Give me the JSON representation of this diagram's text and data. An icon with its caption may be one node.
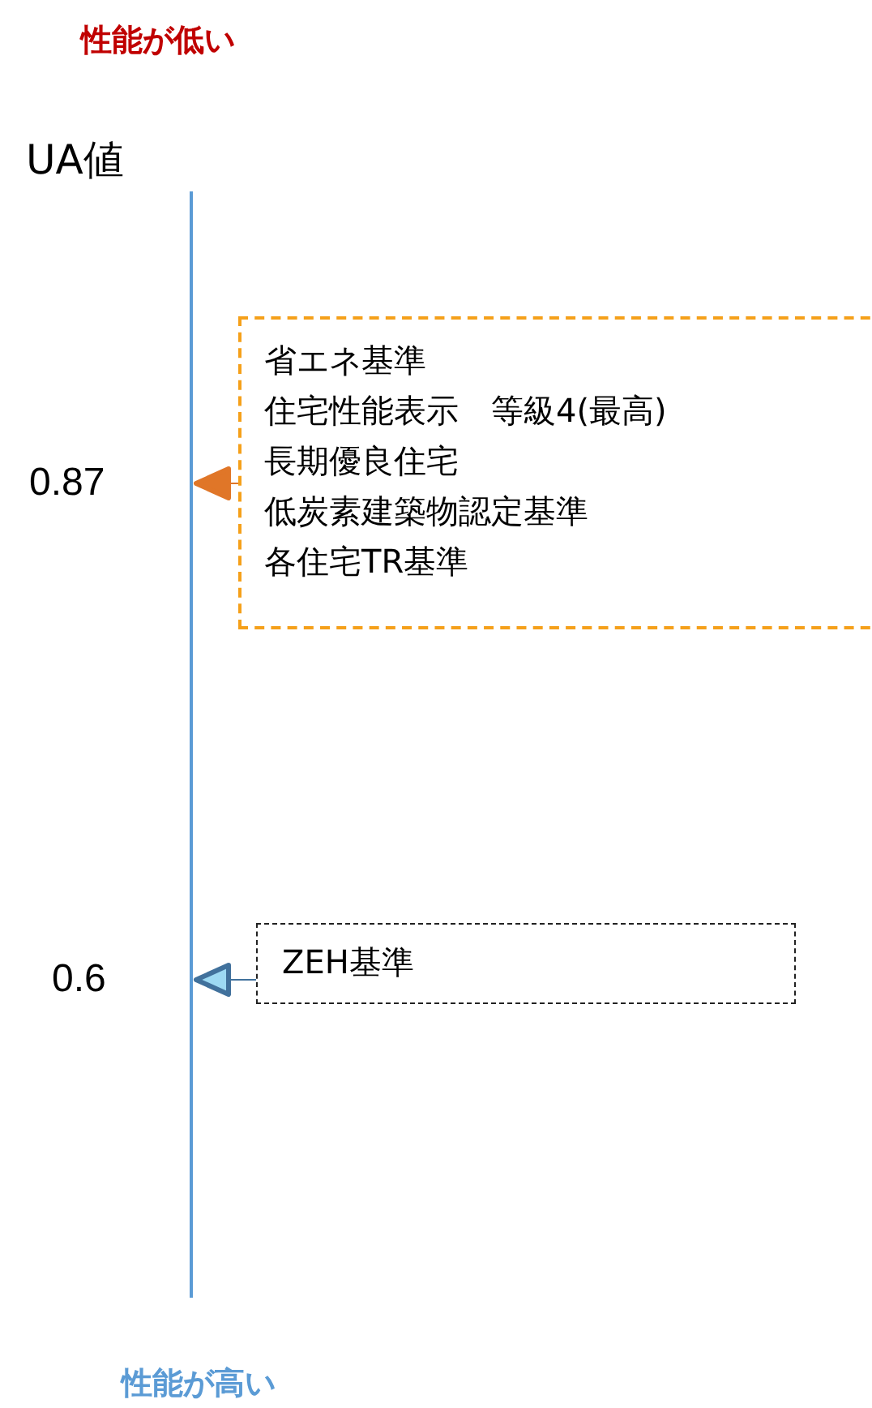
{
  "diagram": {
    "nodes": [
      {
        "text": [
          "省エネ基準",
          "住宅性能表示　等級4(最高)",
          "長期優良住宅",
          "低炭素建築物認定基準",
          "各住宅TR基準"
        ]
      },
      {
        "text": [
          "ZEH基準"
        ]
      }
    ],
    "edges": [
      {
        "from": 0,
        "to": null,
        "arrow": "to",
        "color": "#e07628"
      },
      {
        "from": 1,
        "to": null,
        "arrow": "to",
        "color": "#41719c"
      }
    ],
    "labels": [
      "性能が低い",
      "UA値",
      "0.87",
      "0.6",
      "性能が高い"
    ]
  }
}
